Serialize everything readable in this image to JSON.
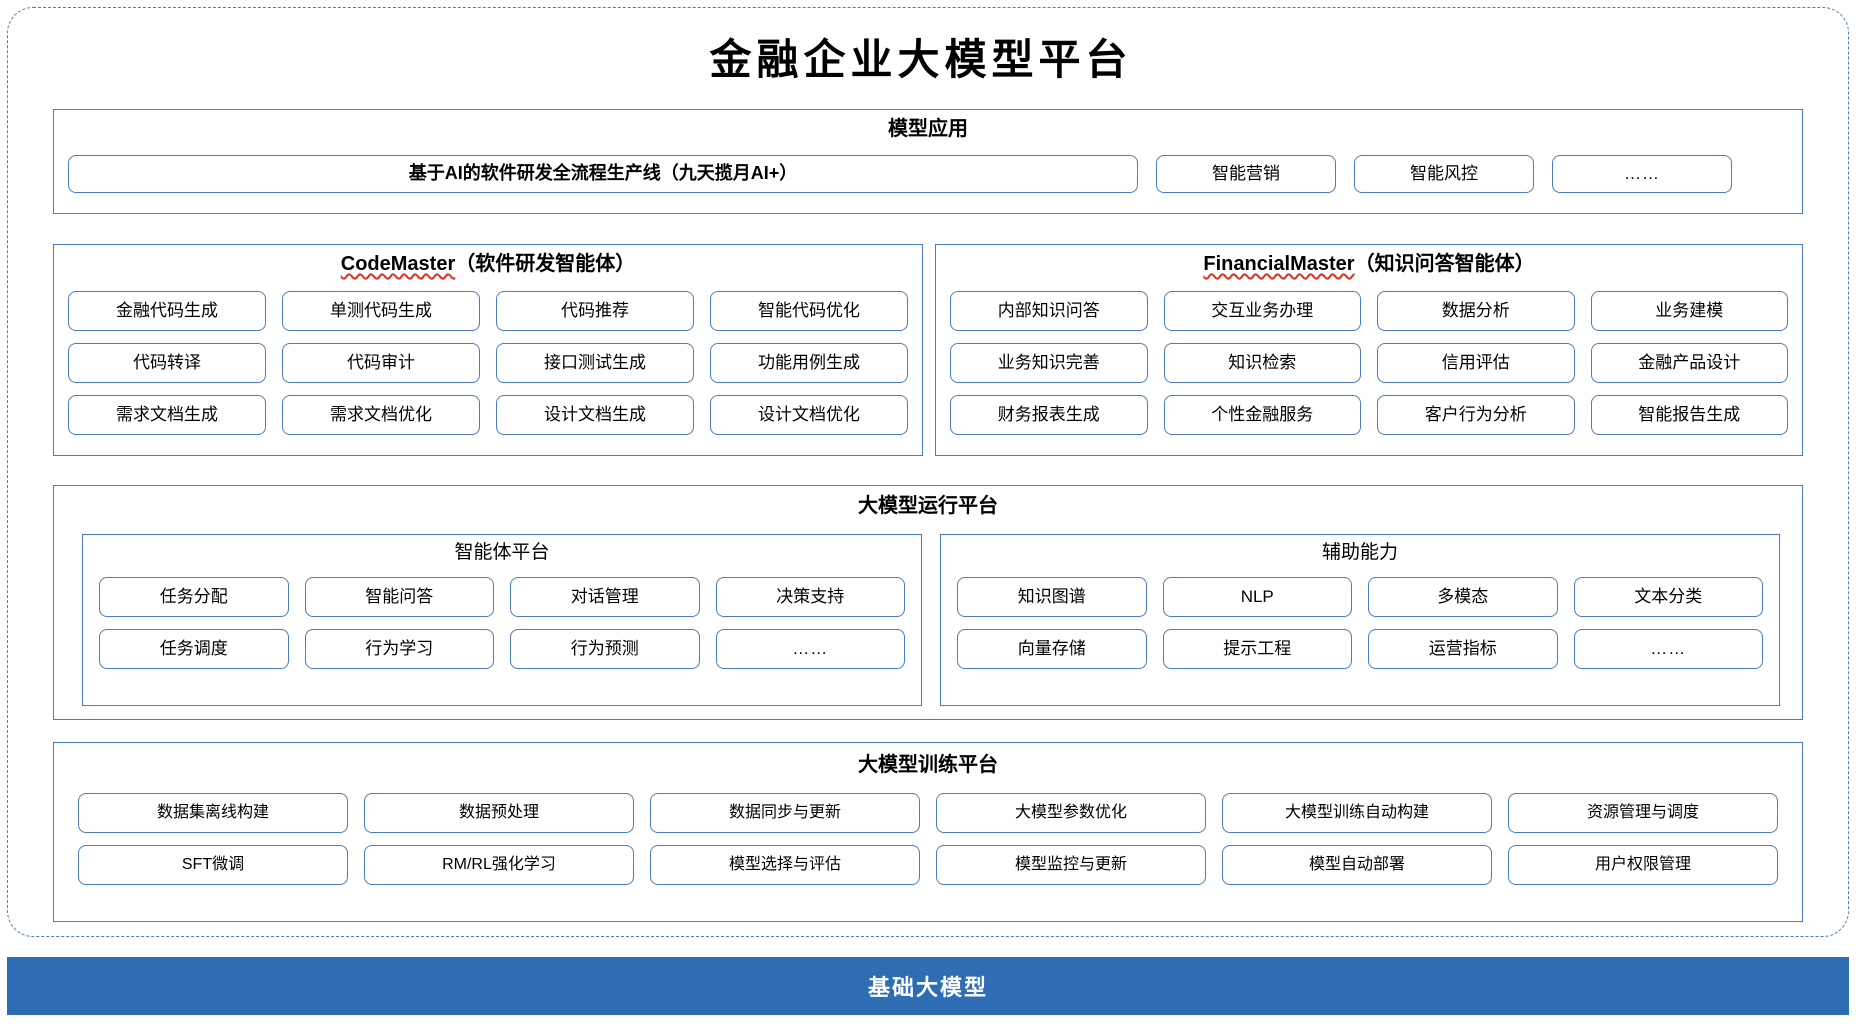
{
  "title": "金融企业大模型平台",
  "colors": {
    "border_blue": "#4A7EBB",
    "footer_blue": "#2E6DB4",
    "spellcheck_red": "#E03020",
    "text": "#000000"
  },
  "model_application": {
    "heading": "模型应用",
    "primary_item": "基于AI的软件研发全流程生产线（九天揽月AI+）",
    "items": [
      "智能营销",
      "智能风控",
      "……"
    ]
  },
  "agents": [
    {
      "name_en": "CodeMaster",
      "name_cn": "（软件研发智能体）",
      "spellcheck_underline": true,
      "items": [
        "金融代码生成",
        "单测代码生成",
        "代码推荐",
        "智能代码优化",
        "代码转译",
        "代码审计",
        "接口测试生成",
        "功能用例生成",
        "需求文档生成",
        "需求文档优化",
        "设计文档生成",
        "设计文档优化"
      ]
    },
    {
      "name_en": "FinancialMaster",
      "name_cn": "（知识问答智能体）",
      "spellcheck_underline": true,
      "items": [
        "内部知识问答",
        "交互业务办理",
        "数据分析",
        "业务建模",
        "业务知识完善",
        "知识检索",
        "信用评估",
        "金融产品设计",
        "财务报表生成",
        "个性金融服务",
        "客户行为分析",
        "智能报告生成"
      ]
    }
  ],
  "run_platform": {
    "heading": "大模型运行平台",
    "subpanels": [
      {
        "heading": "智能体平台",
        "items": [
          "任务分配",
          "智能问答",
          "对话管理",
          "决策支持",
          "任务调度",
          "行为学习",
          "行为预测",
          "……"
        ]
      },
      {
        "heading": "辅助能力",
        "items": [
          "知识图谱",
          "NLP",
          "多模态",
          "文本分类",
          "向量存储",
          "提示工程",
          "运营指标",
          "……"
        ]
      }
    ]
  },
  "train_platform": {
    "heading": "大模型训练平台",
    "items": [
      "数据集离线构建",
      "数据预处理",
      "数据同步与更新",
      "大模型参数优化",
      "大模型训练自动构建",
      "资源管理与调度",
      "SFT微调",
      "RM/RL强化学习",
      "模型选择与评估",
      "模型监控与更新",
      "模型自动部署",
      "用户权限管理"
    ]
  },
  "footer": {
    "label": "基础大模型"
  }
}
